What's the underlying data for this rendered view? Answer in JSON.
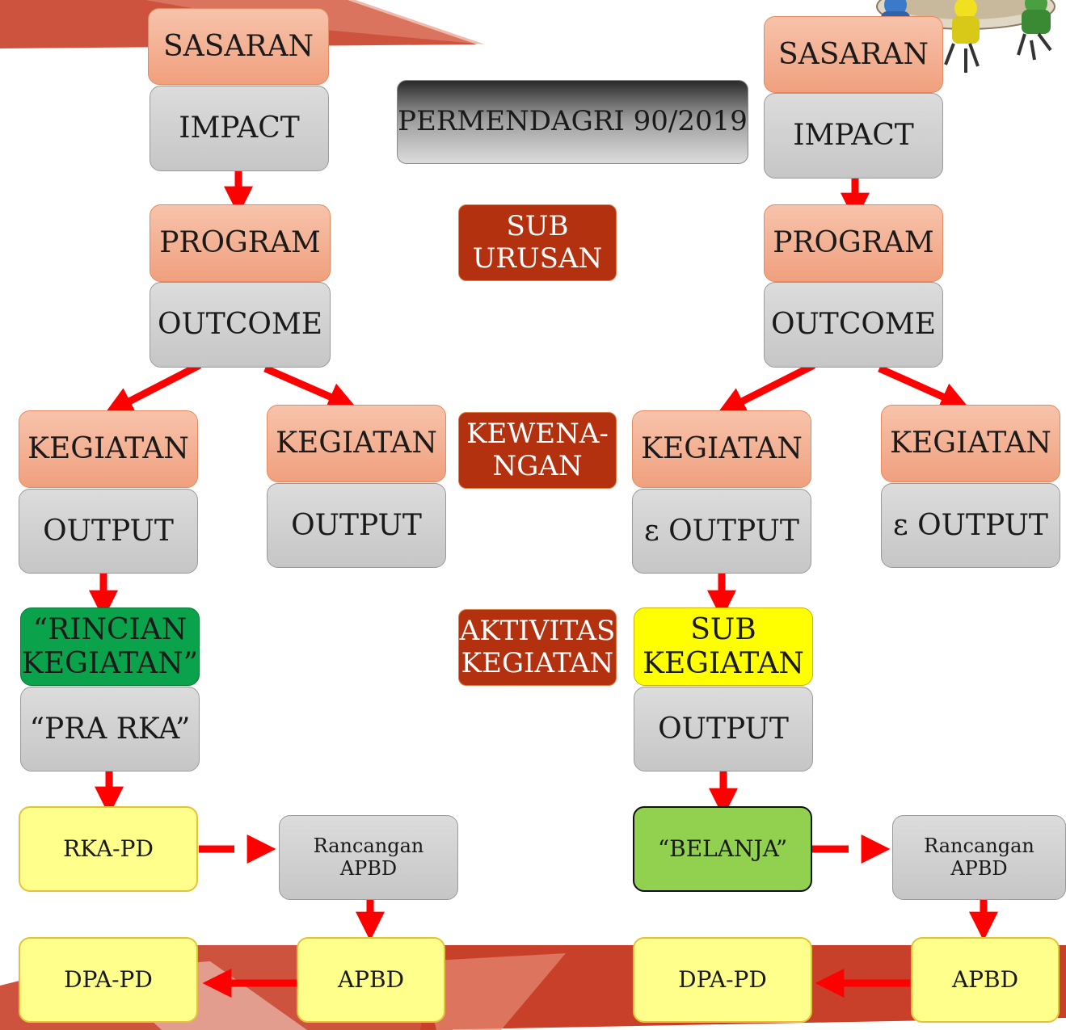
{
  "header": {
    "title": "PERMENDAGRI 90/2019"
  },
  "left": {
    "sasaran": "SASARAN",
    "impact": "IMPACT",
    "program": "PROGRAM",
    "outcome": "OUTCOME",
    "kegiatan_a": "KEGIATAN",
    "output_a": "OUTPUT",
    "kegiatan_b": "KEGIATAN",
    "output_b": "OUTPUT",
    "rincian": "“RINCIAN\nKEGIATAN”",
    "pra_rka": "“PRA RKA”",
    "rka_pd": "RKA-PD",
    "rancangan": "Rancangan\nAPBD",
    "apbd": "APBD",
    "dpa_pd": "DPA-PD"
  },
  "middle": {
    "sub_urusan": "SUB\nURUSAN",
    "kewenangan": "KEWENA-\nNGAN",
    "aktivitas": "AKTIVITAS\nKEGIATAN"
  },
  "right": {
    "sasaran": "SASARAN",
    "impact": "IMPACT",
    "program": "PROGRAM",
    "outcome": "OUTCOME",
    "kegiatan_a": "KEGIATAN",
    "output_a": "ε OUTPUT",
    "kegiatan_b": "KEGIATAN",
    "output_b": "ε OUTPUT",
    "sub_kegiatan": "SUB\nKEGIATAN",
    "output_c": "OUTPUT",
    "belanja": "“BELANJA”",
    "rancangan": "Rancangan\nAPBD",
    "apbd": "APBD",
    "dpa_pd": "DPA-PD"
  },
  "colors": {
    "arrow": "#ff0000",
    "salmon": "#f4b394",
    "gray": "#c9c9c9",
    "rust": "#b4310f",
    "green": "#0aa24a",
    "yellow": "#ffff00",
    "light_yellow": "#ffff8c",
    "light_green": "#92d050"
  },
  "decorations": [
    "meeting-people-icon"
  ]
}
